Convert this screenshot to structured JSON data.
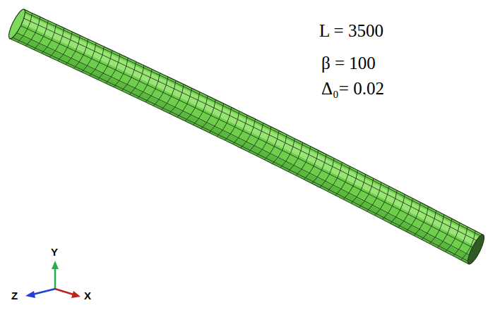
{
  "diagram": {
    "labels": [
      "L = 3500",
      "β = 100",
      "Δ₀= 0.02",
      "Y",
      "Z",
      "X"
    ]
  }
}
